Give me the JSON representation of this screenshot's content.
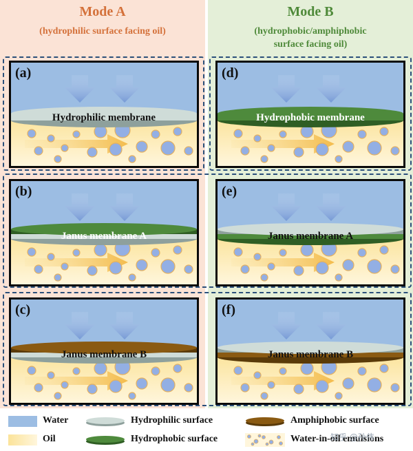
{
  "modeA": {
    "title": "Mode A",
    "subtitle_lines": [
      "(hydrophilic surface facing oil)"
    ],
    "bg": "#fbe3d6",
    "title_color": "#d4713a",
    "subtitle_color": "#d4713a"
  },
  "modeB": {
    "title": "Mode B",
    "subtitle_lines": [
      "(hydrophobic/amphiphobic",
      "surface facing oil)"
    ],
    "bg": "#e4efd8",
    "title_color": "#4f8a3a",
    "subtitle_color": "#4f8a3a"
  },
  "panels": {
    "a": {
      "label": "(a)",
      "membrane": "Hydrophilic membrane",
      "layers": [
        "hydrophilic"
      ],
      "text_color": "#111111"
    },
    "b": {
      "label": "(b)",
      "membrane": "Janus membrane A",
      "layers": [
        "hydrophobic",
        "hydrophilic"
      ],
      "text_color": "#ffffff"
    },
    "c": {
      "label": "(c)",
      "membrane": "Janus membrane B",
      "layers": [
        "amphiphobic",
        "hydrophilic"
      ],
      "text_color": "#111111"
    },
    "d": {
      "label": "(d)",
      "membrane": "Hydrophobic membrane",
      "layers": [
        "hydrophobic"
      ],
      "text_color": "#ffffff"
    },
    "e": {
      "label": "(e)",
      "membrane": "Janus membrane A",
      "layers": [
        "hydrophilic",
        "hydrophobic"
      ],
      "text_color": "#111111"
    },
    "f": {
      "label": "(f)",
      "membrane": "Janus membrane B",
      "layers": [
        "hydrophilic",
        "amphiphobic"
      ],
      "text_color": "#111111"
    }
  },
  "legend": {
    "water": "Water",
    "oil": "Oil",
    "hydrophilic": "Hydrophilic surface",
    "hydrophobic": "Hydrophobic surface",
    "amphiphobic": "Amphiphobic surface",
    "emulsion": "Water-in-oil emulsions"
  },
  "watermark": "知乎 @孙伟",
  "colors": {
    "water": "#9cbde3",
    "oil_top": "#fbe39a",
    "oil_bottom": "#fff6dc",
    "hydrophilic": "#cfdcd8",
    "hydrophilic_dark": "#8ea09c",
    "hydrophobic": "#4e8a3c",
    "hydrophobic_dark": "#2f5e24",
    "amphiphobic": "#8a5a12",
    "amphiphobic_dark": "#5a3a08",
    "droplet": "#93afe4",
    "droplet_edge": "#e3b060",
    "dashed": "#2a4f7a"
  }
}
